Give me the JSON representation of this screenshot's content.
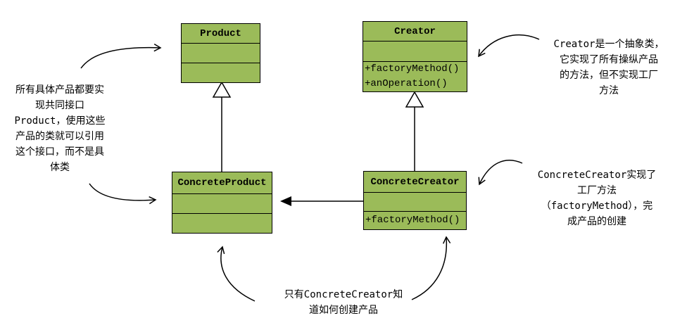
{
  "classes": {
    "product": {
      "name": "Product",
      "methods": []
    },
    "creator": {
      "name": "Creator",
      "methods": [
        "+factoryMethod()",
        "+anOperation()"
      ]
    },
    "concrete_product": {
      "name": "ConcreteProduct",
      "methods": []
    },
    "concrete_creator": {
      "name": "ConcreteCreator",
      "methods": [
        "+factoryMethod()"
      ]
    }
  },
  "notes": {
    "product_note": [
      "所有具体产品都要实",
      "现共同接口",
      "Product，使用这些",
      "产品的类就可以引用",
      "这个接口，而不是具",
      "体类"
    ],
    "creator_note": [
      "Creator是一个抽象类，",
      "它实现了所有操纵产品",
      "的方法，但不实现工厂",
      "方法"
    ],
    "concrete_creator_note": [
      "ConcreteCreator实现了",
      "工厂方法",
      "（factoryMethod），完",
      "成产品的创建"
    ],
    "bottom_note": [
      "只有ConcreteCreator知",
      "道如何创建产品"
    ]
  },
  "colors": {
    "class_fill": "#9bbb59",
    "line": "#000000"
  }
}
